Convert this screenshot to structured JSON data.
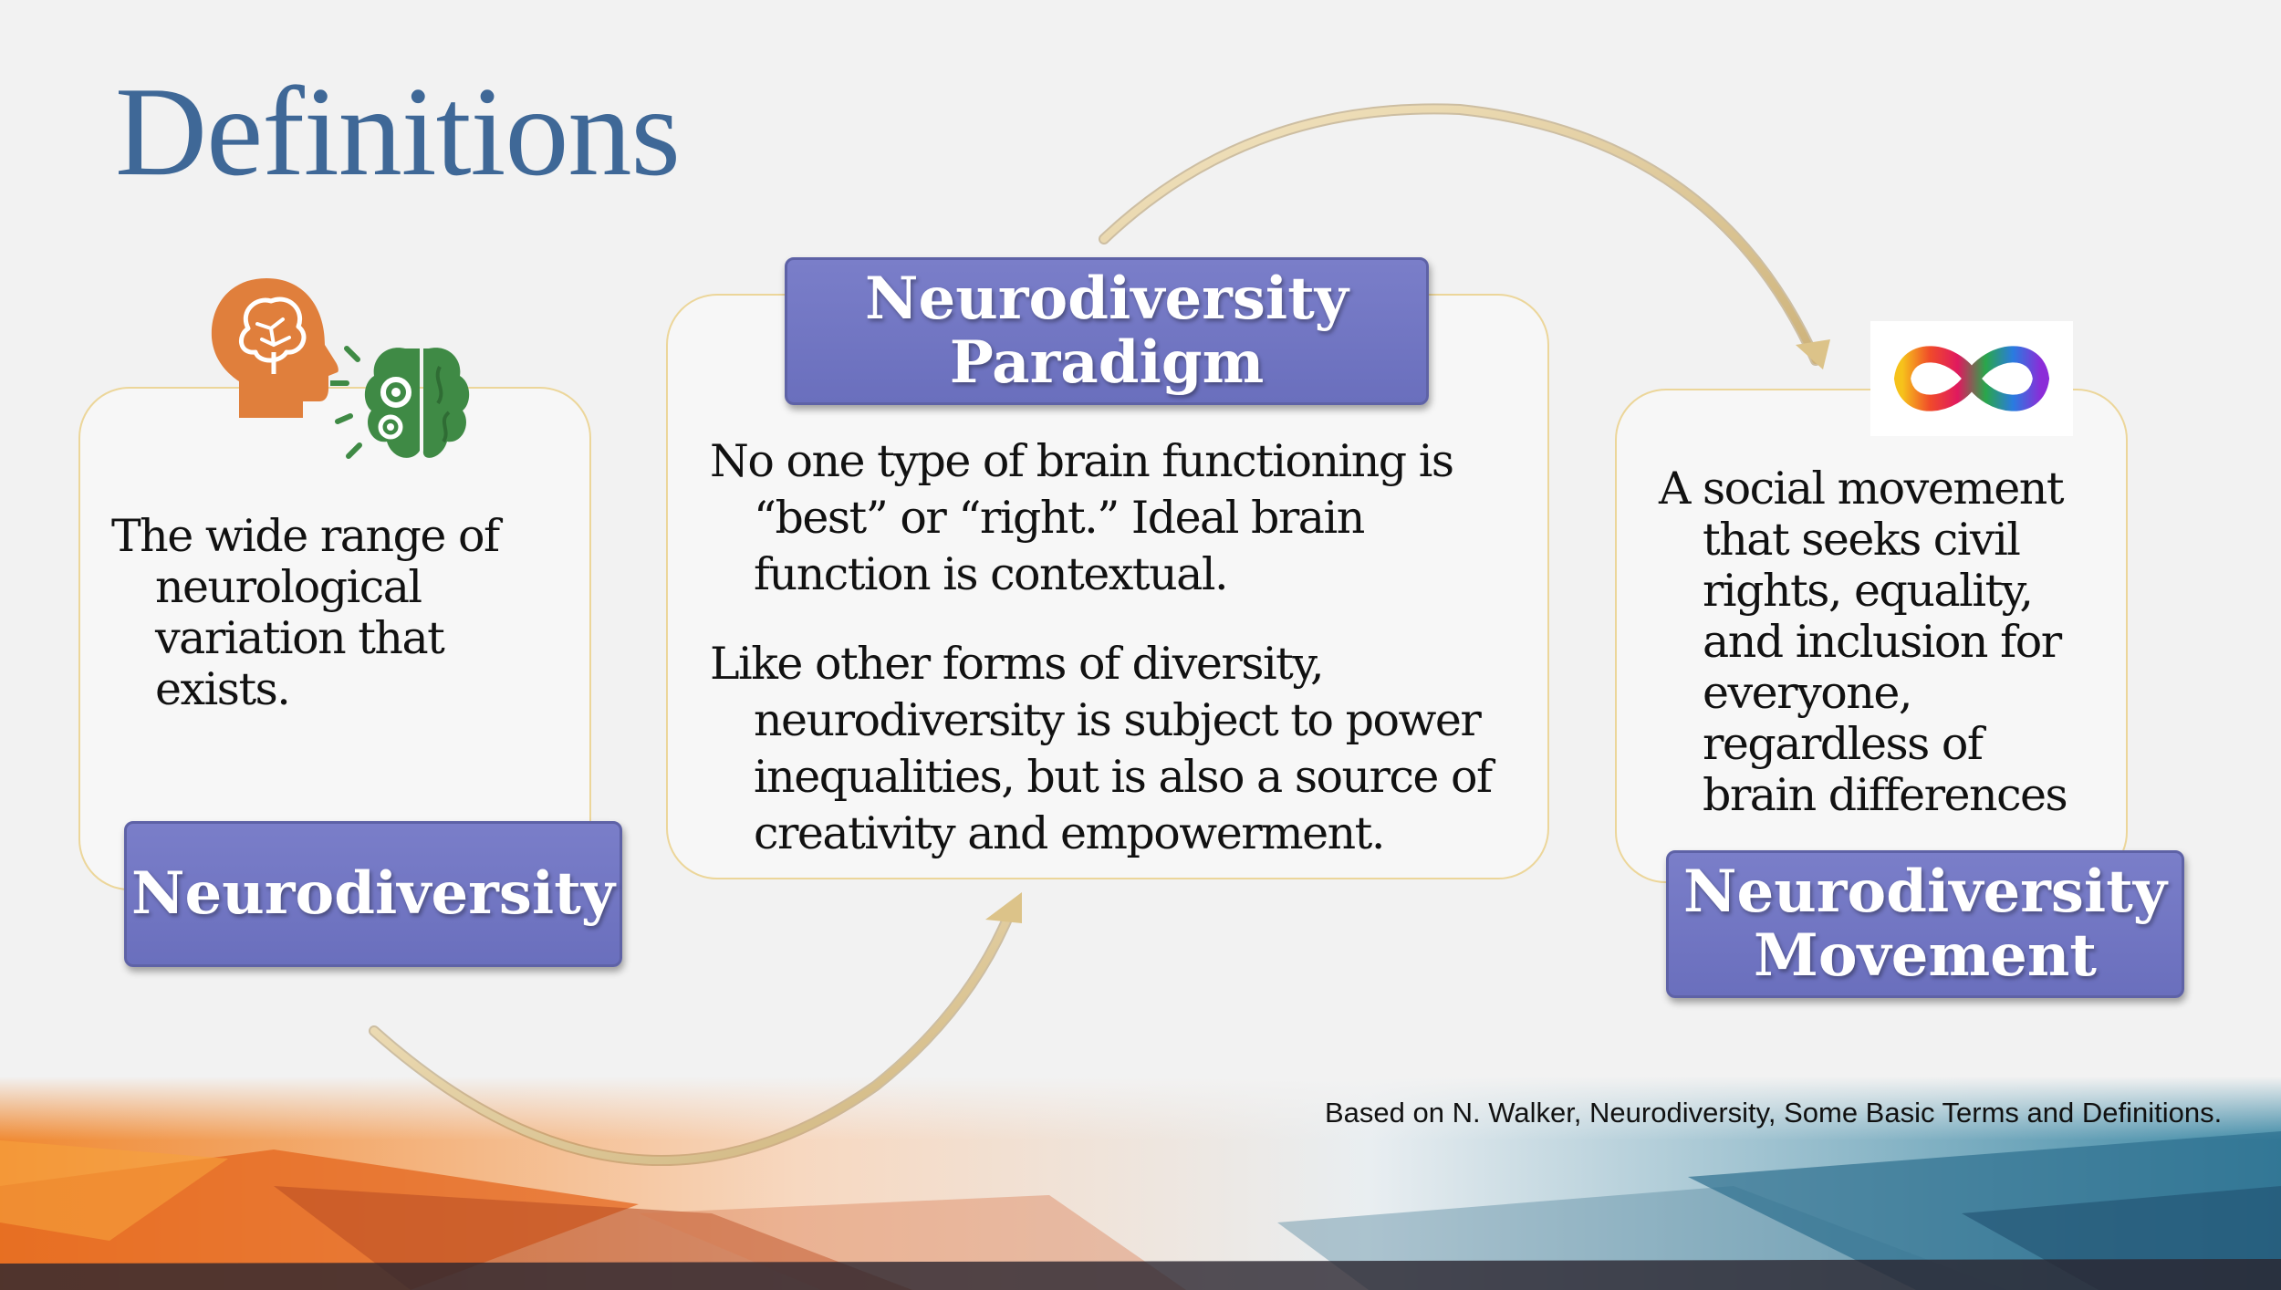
{
  "slide": {
    "title": "Definitions"
  },
  "cards": [
    {
      "label": [
        "Neurodiversity"
      ],
      "paragraphs": [
        "The wide range of neurological variation that exists."
      ]
    },
    {
      "label": [
        "Neurodiversity",
        "Paradigm"
      ],
      "paragraphs": [
        "No one type of brain functioning is “best” or “right.” Ideal brain function is contextual.",
        "Like other forms of diversity, neurodiversity is subject to power inequalities, but is also a source of creativity and empowerment."
      ]
    },
    {
      "label": [
        "Neurodiversity",
        "Movement"
      ],
      "paragraphs": [
        "A social movement that seeks civil rights, equality, and inclusion for everyone, regardless of brain differences"
      ]
    }
  ],
  "icons": [
    "brain-head-icon",
    "brain-gears-icon",
    "rainbow-infinity-icon",
    "curved-arrow-icon"
  ],
  "citation": "Based on N. Walker, Neurodiversity, Some Basic Terms and Definitions.",
  "colors": {
    "title": "#3f6897",
    "label_fill": "#7074c2",
    "card_border": "#ecd69a",
    "arrow": "#e3cf9d",
    "head_icon": "#e07f3c",
    "brain_icon": "#3f8a45"
  }
}
